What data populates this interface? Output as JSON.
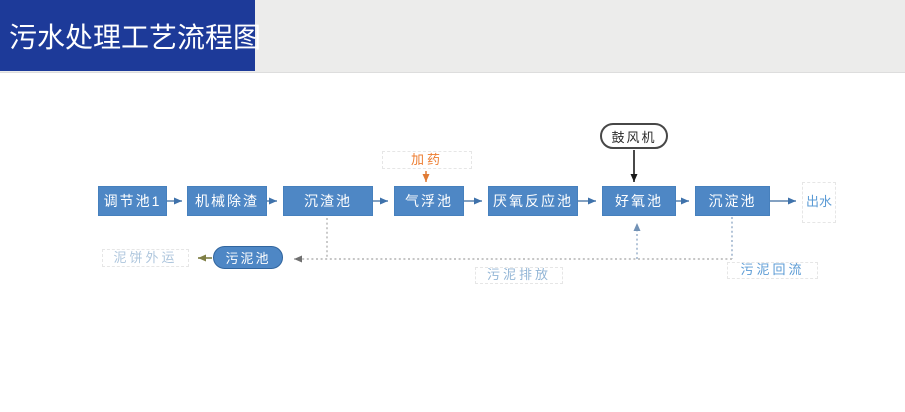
{
  "header": {
    "title": "污水处理工艺流程图"
  },
  "colors": {
    "title_bar_bg": "#1d3a99",
    "title_text": "#ffffff",
    "top_band_bg": "#ececeb",
    "node_fill": "#4e87c5",
    "node_text": "#ffffff",
    "connector_arrow": "#4c79ad",
    "blower_border": "#474747",
    "blower_arrow": "#1a1a1a",
    "dosing_accent": "#ed7d31",
    "sludge_cake_arrow": "#7f7f45",
    "dotted_line_gray": "#b3b3b3",
    "dotted_line_blue": "#93acc7",
    "effluent_text": "#5b9bd5"
  },
  "flowchart": {
    "process_nodes": [
      {
        "label": "调节池1"
      },
      {
        "label": "机械除渣"
      },
      {
        "label": "沉渣池"
      },
      {
        "label": "气浮池"
      },
      {
        "label": "厌氧反应池"
      },
      {
        "label": "好氧池"
      },
      {
        "label": "沉淀池"
      }
    ],
    "blower": {
      "label": "鼓风机"
    },
    "sludge_tank": {
      "label": "污泥池"
    },
    "annotations": {
      "dosing": {
        "label": "加药"
      },
      "effluent": {
        "label": "出水"
      },
      "sludge_cake_out": {
        "label": "泥饼外运"
      },
      "sludge_discharge": {
        "label": "污泥排放"
      },
      "sludge_return": {
        "label": "污泥回流"
      }
    }
  }
}
